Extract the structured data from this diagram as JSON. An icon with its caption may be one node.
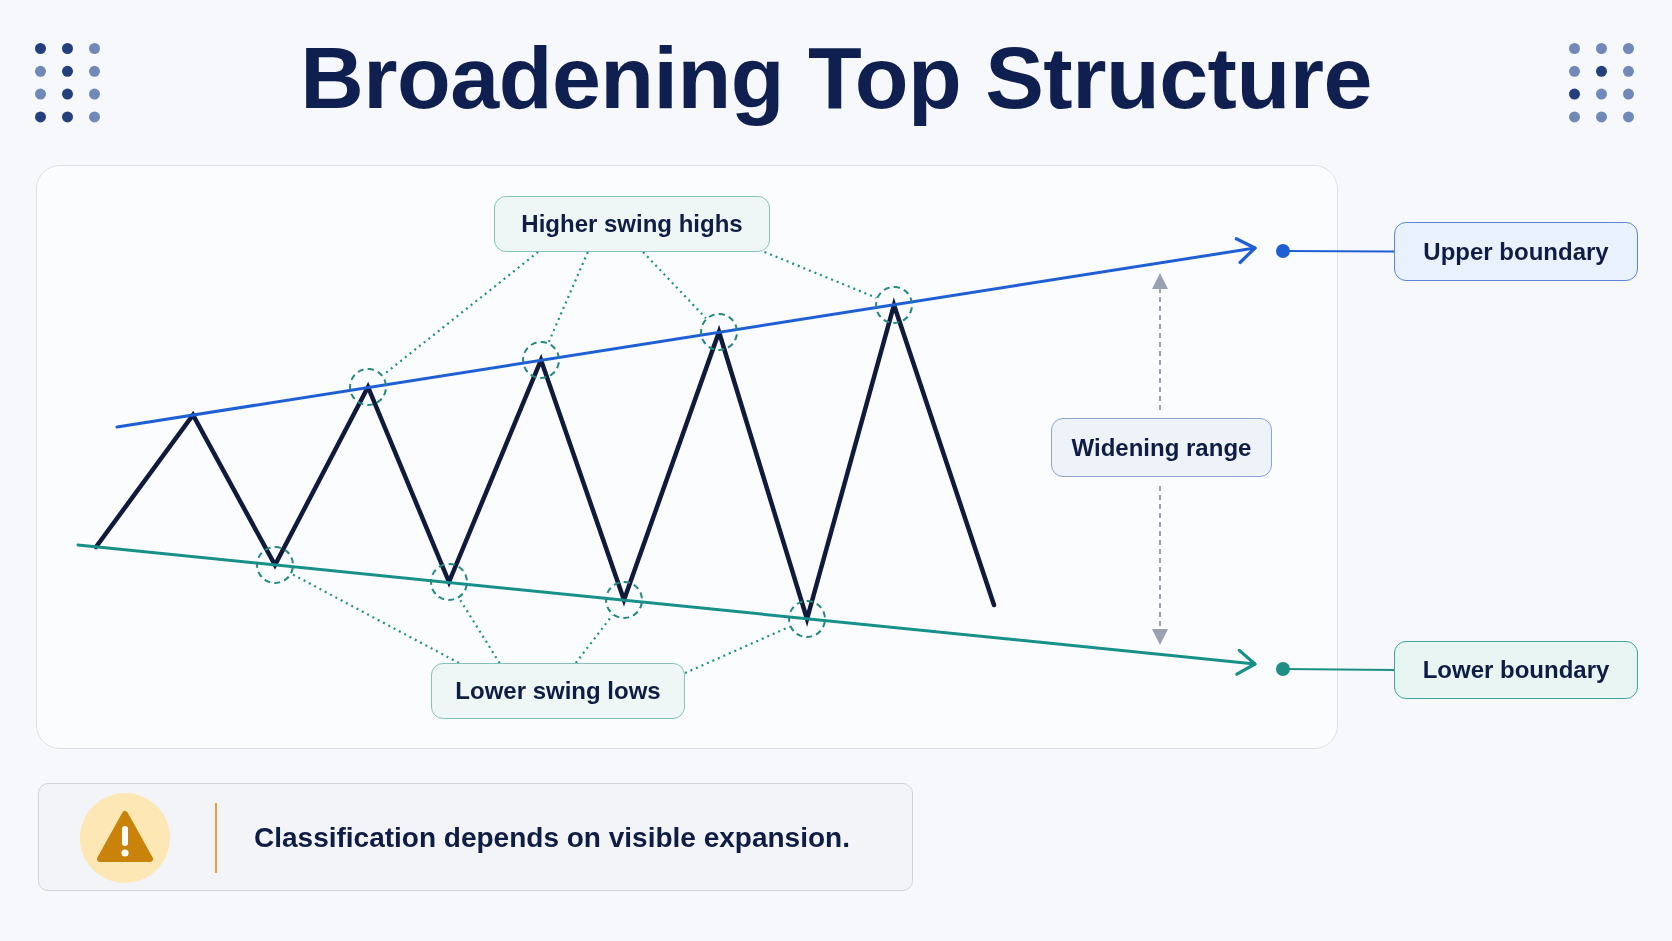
{
  "diagram": {
    "title": "Broadening Top Structure",
    "nodes": [
      {
        "text": [
          "Higher swing highs"
        ]
      },
      {
        "text": [],
        "shape": "circle"
      },
      {
        "text": [],
        "shape": "circle"
      },
      {
        "text": [],
        "shape": "circle"
      },
      {
        "text": [],
        "shape": "circle"
      },
      {
        "text": [
          "Lower swing lows"
        ]
      },
      {
        "text": [],
        "shape": "circle"
      },
      {
        "text": [],
        "shape": "circle"
      },
      {
        "text": [],
        "shape": "circle"
      },
      {
        "text": [],
        "shape": "circle"
      },
      {
        "text": [
          "Widening range"
        ]
      },
      {
        "text": [
          "Upper boundary"
        ]
      },
      {
        "text": [
          "Lower boundary"
        ]
      },
      {
        "text": [
          "Classification depends on visible expansion."
        ]
      }
    ],
    "edges": [
      {
        "from": 0,
        "to": 1,
        "arrow": "none",
        "style": "dashed"
      },
      {
        "from": 0,
        "to": 2,
        "arrow": "none",
        "style": "dashed"
      },
      {
        "from": 0,
        "to": 3,
        "arrow": "none",
        "style": "dashed"
      },
      {
        "from": 0,
        "to": 4,
        "arrow": "none",
        "style": "dashed"
      },
      {
        "from": 5,
        "to": 6,
        "arrow": "none",
        "style": "dashed"
      },
      {
        "from": 5,
        "to": 7,
        "arrow": "none",
        "style": "dashed"
      },
      {
        "from": 5,
        "to": 8,
        "arrow": "none",
        "style": "dashed"
      },
      {
        "from": 5,
        "to": 9,
        "arrow": "none",
        "style": "dashed"
      },
      {
        "from": 11,
        "to": null,
        "arrow": "other",
        "color": "#1f5fd6"
      },
      {
        "from": 12,
        "to": null,
        "arrow": "other"
      }
    ]
  }
}
